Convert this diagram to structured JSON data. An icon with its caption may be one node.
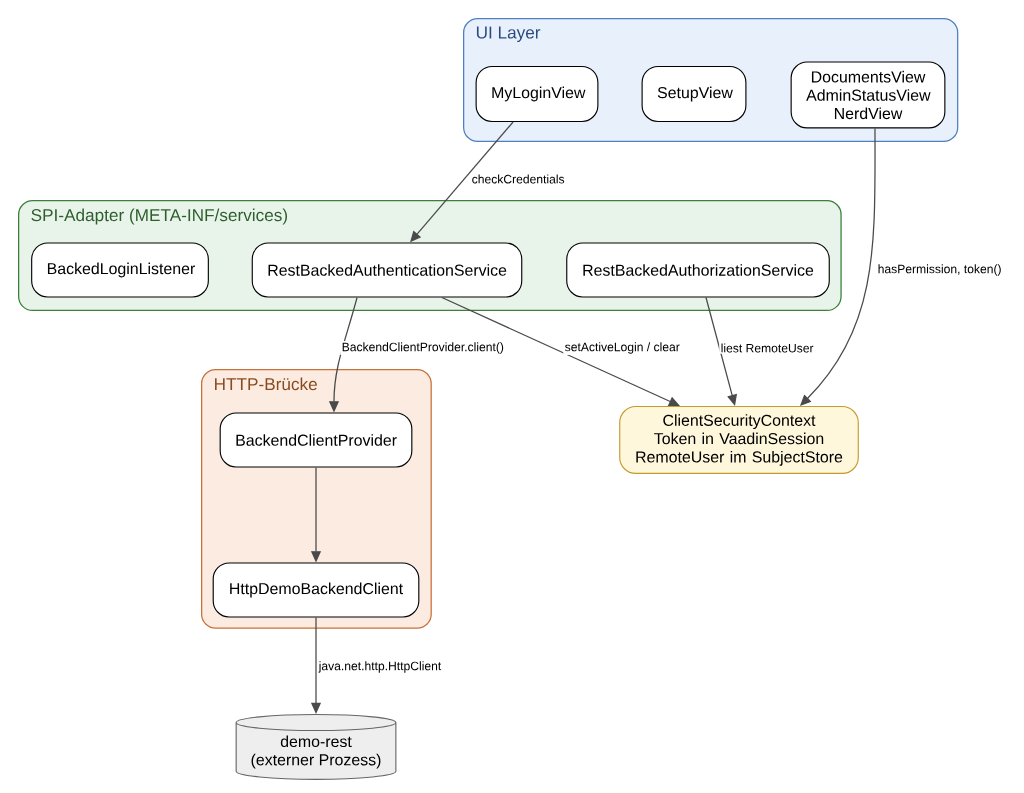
{
  "diagram": {
    "nodes": [
      {
        "text": [
          "UI Layer"
        ]
      },
      {
        "text": [
          "MyLoginView"
        ],
        "in": 0
      },
      {
        "text": [
          "SetupView"
        ],
        "in": 0
      },
      {
        "text": [
          "DocumentsView AdminStatusView NerdView"
        ],
        "in": 0
      },
      {
        "text": [
          "SPI-Adapter (META-INF/services)"
        ]
      },
      {
        "text": [
          "BackedLoginListener"
        ],
        "in": 4
      },
      {
        "text": [
          "RestBackedAuthenticationService"
        ],
        "in": 4
      },
      {
        "text": [
          "RestBackedAuthorizationService"
        ],
        "in": 4
      },
      {
        "text": [
          "HTTP-Brücke"
        ]
      },
      {
        "text": [
          "BackendClientProvider"
        ],
        "in": 8
      },
      {
        "text": [
          "HttpDemoBackendClient"
        ],
        "in": 8
      },
      {
        "text": [
          "ClientSecurityContext",
          "Token in VaadinSession RemoteUser im SubjectStore"
        ]
      },
      {
        "text": [
          "demo-rest",
          "(externer Prozess)"
        ]
      }
    ],
    "edges": [
      {
        "from": 1,
        "to": 6,
        "arrow": "to",
        "label": "checkCredentials"
      },
      {
        "from": 3,
        "to": 11,
        "arrow": "to",
        "label": "hasPermission, token()"
      },
      {
        "from": 6,
        "to": 9,
        "arrow": "to",
        "label": "BackendClientProvider.client()"
      },
      {
        "from": 6,
        "to": 11,
        "arrow": "to",
        "label": "setActiveLogin / clear"
      },
      {
        "from": 7,
        "to": 11,
        "arrow": "to",
        "label": "liest RemoteUser"
      },
      {
        "from": 9,
        "to": 10,
        "arrow": "to"
      },
      {
        "from": 10,
        "to": 12,
        "arrow": "to",
        "label": "java.net.http.HttpClient"
      }
    ]
  }
}
